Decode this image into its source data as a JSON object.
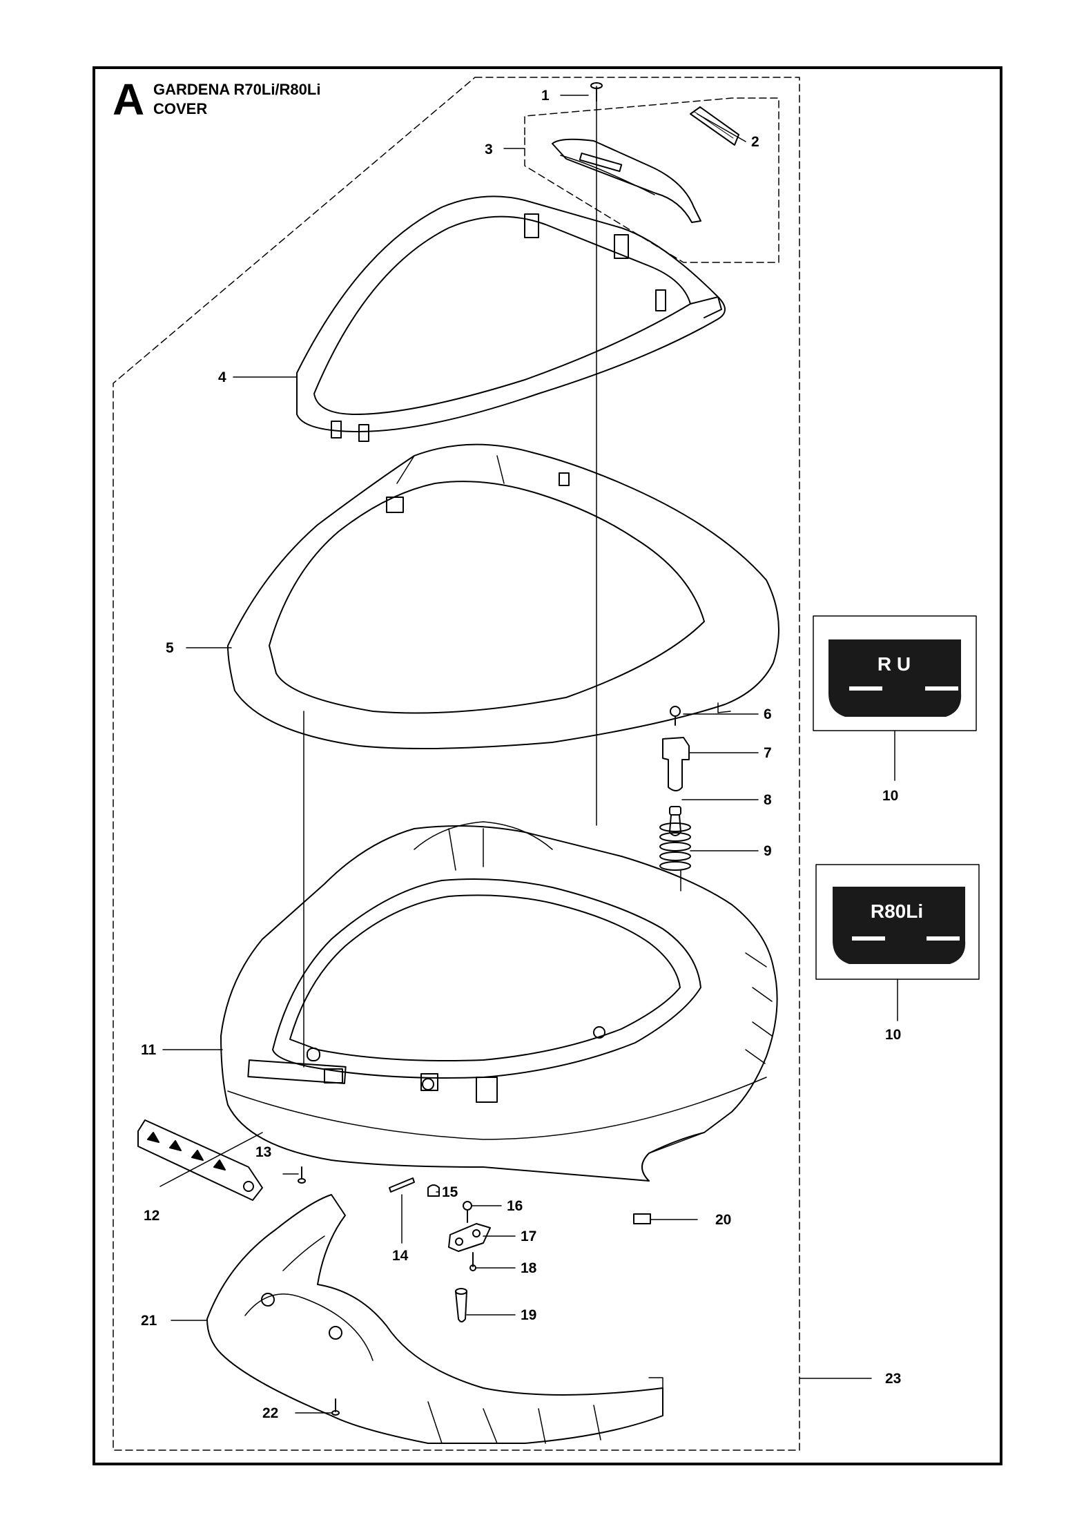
{
  "header": {
    "section_letter": "A",
    "title_line1": "GARDENA  R70Li/R80Li",
    "title_line2": "COVER"
  },
  "callouts": [
    "1",
    "2",
    "3",
    "4",
    "5",
    "6",
    "7",
    "8",
    "9",
    "10",
    "10",
    "11",
    "12",
    "13",
    "14",
    "15",
    "16",
    "17",
    "18",
    "19",
    "20",
    "21",
    "22",
    "23"
  ],
  "decals": {
    "r70_text": "R U",
    "r80_text": "R80Li"
  },
  "colors": {
    "line": "#000000",
    "decal": "#1a1a1a",
    "background": "#ffffff"
  }
}
